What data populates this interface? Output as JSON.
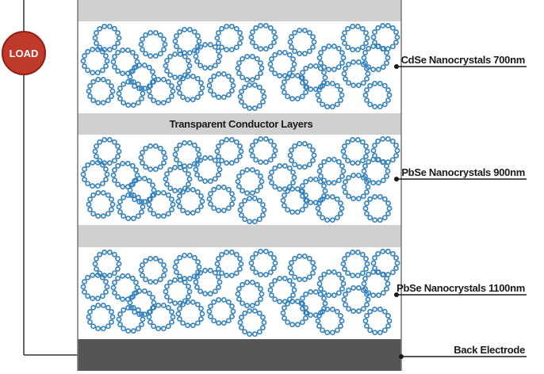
{
  "load_label": "LOAD",
  "conductor_label": "Transparent Conductor Layers",
  "layers": [
    {
      "id": "cdse",
      "label": "CdSe Nanocrystals 700nm"
    },
    {
      "id": "pbse900",
      "label": "PbSe Nanocrystals 900nm"
    },
    {
      "id": "pbse1100",
      "label": "PbSe Nanocrystals 1100nm"
    }
  ],
  "back_electrode_label": "Back Electrode",
  "colors": {
    "load_fill": "#c0392b",
    "nanocrystal": "#2e7fc1",
    "conductor_gray": "#d0d0d0",
    "electrode": "#555555",
    "frame": "#777777",
    "wire": "#333333"
  }
}
